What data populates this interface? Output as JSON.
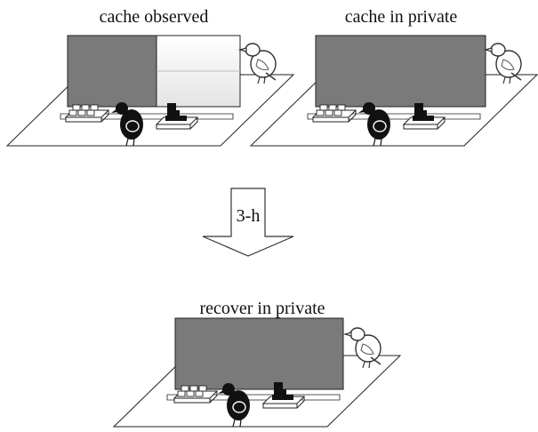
{
  "panels": {
    "top_left": {
      "label": "cache observed"
    },
    "top_right": {
      "label": "cache in private"
    },
    "bottom": {
      "label": "recover in private"
    }
  },
  "arrow": {
    "label": "3-h"
  },
  "colors": {
    "barrier": "#7a7a7a",
    "clear_barrier": "#f1f1f1",
    "line": "#222222",
    "black_bird": "#111111"
  }
}
